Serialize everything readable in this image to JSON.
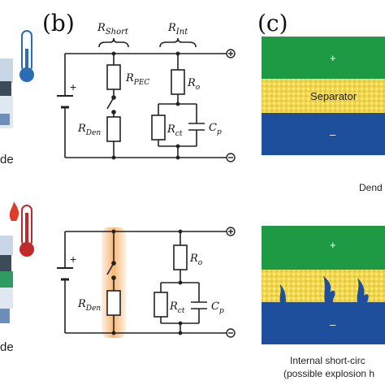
{
  "panels": {
    "b": {
      "label": "(b)"
    },
    "c": {
      "label": "(c)"
    }
  },
  "circuit_top": {
    "brace_short": "R",
    "brace_short_sub": "Short",
    "brace_int": "R",
    "brace_int_sub": "Int",
    "r_pec": "R",
    "r_pec_sub": "PEC",
    "r_den": "R",
    "r_den_sub": "Den",
    "r_o": "R",
    "r_o_sub": "o",
    "r_ct": "R",
    "r_ct_sub": "ct",
    "c_p": "C",
    "c_p_sub": "p",
    "battery_plus": "+",
    "terminal_pos": "⊕",
    "terminal_neg": "⊖"
  },
  "circuit_bottom": {
    "r_den": "R",
    "r_den_sub": "Den",
    "r_o": "R",
    "r_o_sub": "o",
    "r_ct": "R",
    "r_ct_sub": "ct",
    "c_p": "C",
    "c_p_sub": "p",
    "battery_plus": "+",
    "terminal_pos": "⊕",
    "terminal_neg": "⊖"
  },
  "cell_top": {
    "plus": "+",
    "separator": "Separator",
    "minus": "–",
    "caption": "Dend"
  },
  "cell_bottom": {
    "plus": "+",
    "minus": "–",
    "caption_line1": "Internal short-circ",
    "caption_line2": "(possible explosion h"
  },
  "left_strip": {
    "top_text": "de",
    "bottom_text": "de"
  },
  "colors": {
    "green": "#1e9a44",
    "blue": "#1d4f9c",
    "separator": "#f2d64a",
    "highlight": "#f6a04a",
    "wire": "#222222"
  }
}
